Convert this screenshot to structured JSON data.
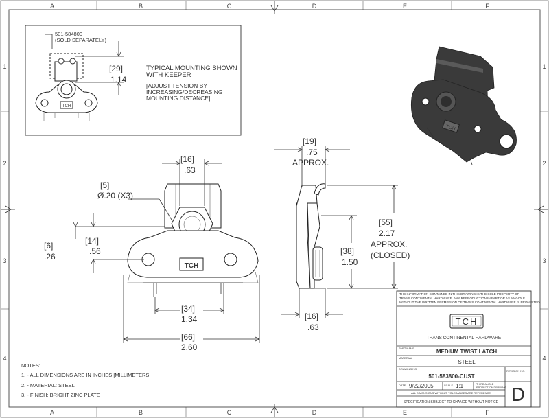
{
  "zones": {
    "columns": [
      "A",
      "B",
      "C",
      "D",
      "E",
      "F"
    ],
    "rows": [
      "1",
      "2",
      "3",
      "4"
    ]
  },
  "inset": {
    "part_ref_number": "501-584800",
    "part_ref_note": "(SOLD SEPARATELY)",
    "dim_mm": "[29]",
    "dim_in": "1.14",
    "caption_line1": "TYPICAL MOUNTING SHOWN",
    "caption_line2": "WITH KEEPER",
    "note_line1": "[ADJUST TENSION BY",
    "note_line2": "INCREASING/DECREASING",
    "note_line3": "MOUNTING DISTANCE]"
  },
  "front_view": {
    "top_width_mm": "[16]",
    "top_width_in": ".63",
    "hole_mm": "[5]",
    "hole_in": "Ø.20 (X3)",
    "left_offset_mm": "[6]",
    "left_offset_in": ".26",
    "hole_height_mm": "[14]",
    "hole_height_in": ".56",
    "hole_spacing_mm": "[34]",
    "hole_spacing_in": "1.34",
    "overall_width_mm": "[66]",
    "overall_width_in": "2.60",
    "logo": "TCH"
  },
  "side_view": {
    "hook_mm": "[19]",
    "hook_in": ".75",
    "hook_note": "APPROX.",
    "height_mm": "[55]",
    "height_in": "2.17",
    "height_note1": "APPROX.",
    "height_note2": "(CLOSED)",
    "inner_mm": "[38]",
    "inner_in": "1.50",
    "base_mm": "[16]",
    "base_in": ".63"
  },
  "notes": {
    "heading": "NOTES:",
    "items": [
      "1. - ALL DIMENSIONS ARE IN INCHES [MILLIMETERS]",
      "2. - MATERIAL: STEEL",
      "3. - FINISH: BRIGHT ZINC PLATE"
    ]
  },
  "title_block": {
    "proprietary_line1": "THE INFORMATION CONTAINED IN THIS DRAWING IS THE SOLE PROPERTY OF",
    "proprietary_line2": "TRANS CONTINENTAL HARDWARE.  ANY REPRODUCTION IN PART OR AS A WHOLE",
    "proprietary_line3": "WITHOUT THE WRITTEN PERMISSION OF TRANS CONTINENTAL HARDWARE IS PROHIBITED.",
    "logo": "TCH",
    "company": "TRANS CONTINENTAL HARDWARE",
    "part_name_label": "PART NAME",
    "part_name": "MEDIUM TWIST LATCH",
    "material_label": "MATERIAL",
    "material": "STEEL",
    "drawing_no_label": "DRAWING NO.",
    "drawing_no": "501-583800-CUST",
    "revision_label": "REVISION NO.",
    "revision": "D",
    "date_label": "DATE",
    "date": "9/22/2005",
    "scale_label": "SCALE",
    "scale": "1:1",
    "projection_line1": "THIRD ANGLE",
    "projection_line2": "PROJECTION DRAWING",
    "tolerance_note": "ALL DIMENSIONS WITHOUT TOLERANCES ARE REFERENCE",
    "spec_note": "SPECIFICATION SUBJECT TO CHANGE WITHOUT NOTICE"
  }
}
